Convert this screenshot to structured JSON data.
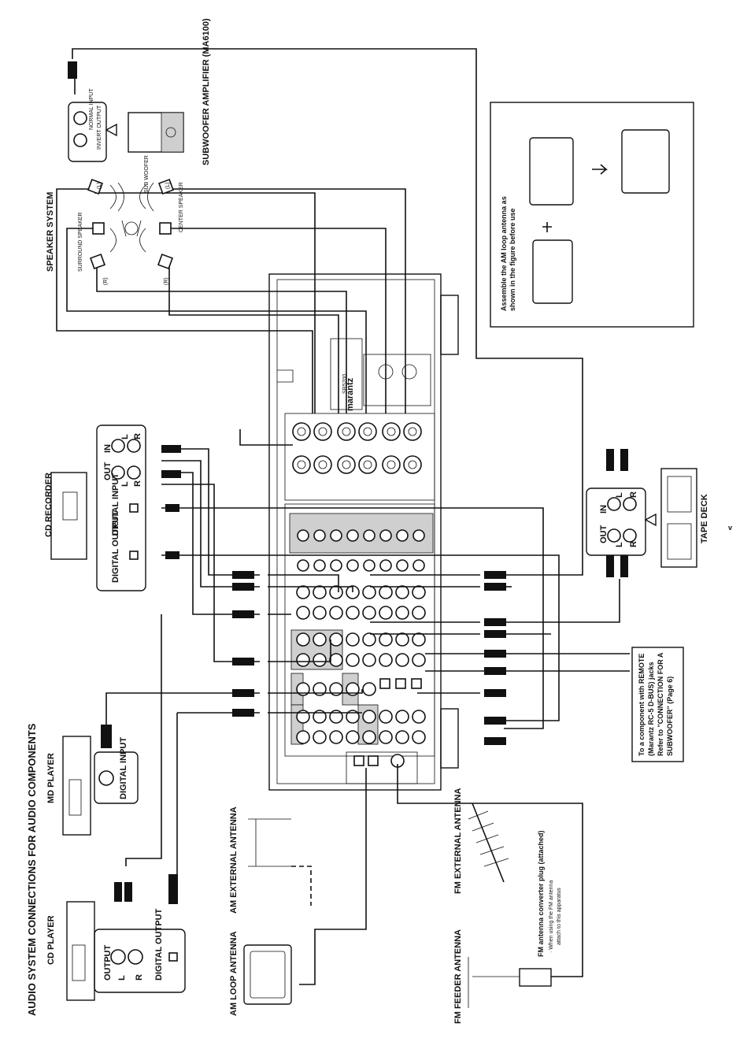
{
  "title": "AUDIO SYSTEM CONNECTIONS FOR AUDIO COMPONENTS",
  "page_number": "v",
  "devices": {
    "cd_player": {
      "name": "CD PLAYER",
      "output": "OUTPUT",
      "left": "L",
      "right": "R",
      "digital_output": "DIGITAL OUTPUT"
    },
    "md_player": {
      "name": "MD PLAYER",
      "digital_input": "DIGITAL INPUT"
    },
    "cd_recorder": {
      "name": "CD RECORDER",
      "digital_output": "DIGITAL OUTPUT",
      "digital_input": "DIGITAL INPUT",
      "out": "OUT",
      "in": "IN",
      "left": "L",
      "right": "R"
    },
    "tape_deck": {
      "name": "TAPE DECK",
      "out": "OUT",
      "in": "IN",
      "left": "L",
      "right": "R"
    },
    "subwoofer": {
      "name": "SUBWOOFER AMPLIFIER (MA6100)",
      "normal_input": "NORMAL INPUT",
      "invert_output": "INVERT OUTPUT"
    },
    "speaker_system": {
      "name": "SPEAKER SYSTEM",
      "surround": "SURROUND SPEAKER",
      "sub_woofer": "SUB WOOFER",
      "center": "CENTER SPEAKER",
      "l": "(L)",
      "r": "(R)"
    }
  },
  "receiver": {
    "brand": "marantz",
    "model": "SR5200"
  },
  "antennas": {
    "am_loop": "AM LOOP ANTENNA",
    "am_external": "AM EXTERNAL ANTENNA",
    "fm_external": "FM EXTERNAL ANTENNA",
    "fm_feeder": "FM FEEDER ANTENNA",
    "fm_converter_plug": "FM antenna converter plug (attached)",
    "fm_note_1": "· When using the FM antenna",
    "fm_note_2": "attach to this apparatus"
  },
  "am_assembly_note": {
    "line1": "Assemble the AM loop antenna as",
    "line2": "shown in the figure before use"
  },
  "remote_note": {
    "line1": "To a component with REMOTE",
    "line2": "(Marantz RC-5 D-BUS) jacks",
    "line3": "Refer to \"CONNECTION FOR A",
    "line4": "SUBWOOFER\" (Page 6)"
  }
}
